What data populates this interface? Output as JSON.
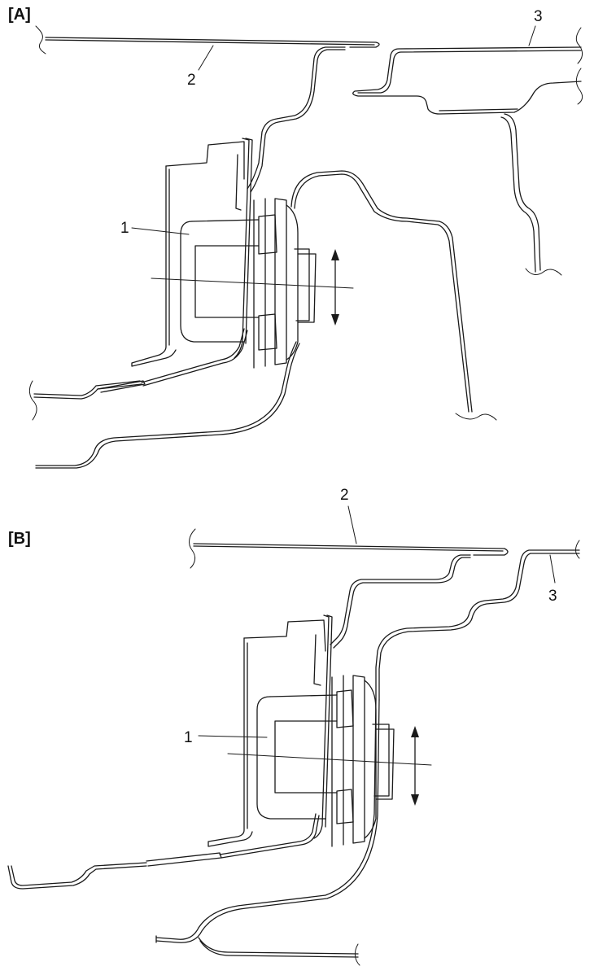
{
  "panels": [
    {
      "label": "[A]",
      "callouts": {
        "bracket": "1",
        "panel_member": "2",
        "side_member": "3"
      }
    },
    {
      "label": "[B]",
      "callouts": {
        "bracket": "1",
        "panel_member": "2",
        "side_member": "3"
      }
    }
  ]
}
